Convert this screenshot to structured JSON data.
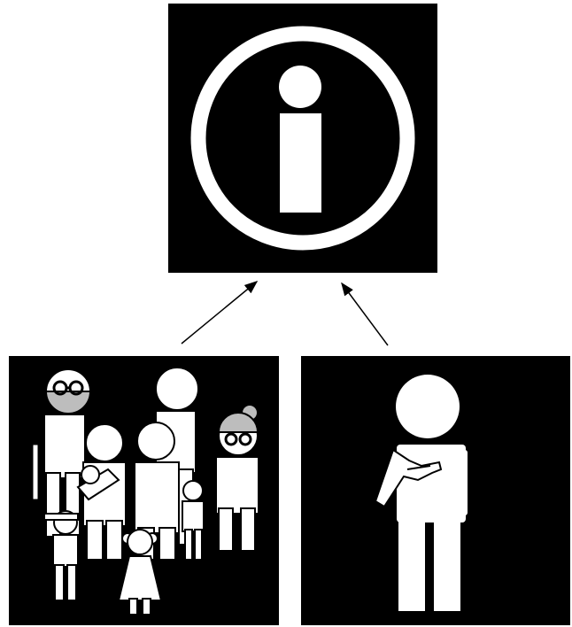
{
  "diagram": {
    "nodes": [
      {
        "id": "info",
        "icon": "info-icon"
      },
      {
        "id": "family",
        "icon": "family-group-icon"
      },
      {
        "id": "person",
        "icon": "person-pointing-self-icon"
      }
    ],
    "edges": [
      {
        "from": "family",
        "to": "info"
      },
      {
        "from": "person",
        "to": "info"
      }
    ],
    "colors": {
      "tile_background": "#000000",
      "pictogram": "#ffffff",
      "arrow": "#000000",
      "skin_shade": "#bdbdbd"
    }
  }
}
